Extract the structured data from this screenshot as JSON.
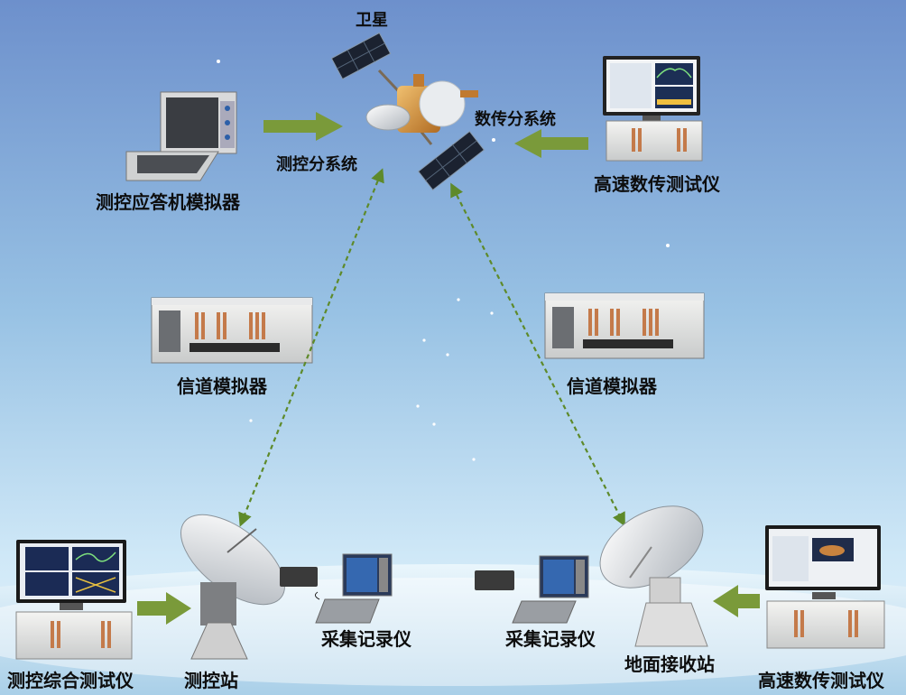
{
  "satellite": {
    "label": "卫星"
  },
  "tt_subsystem": {
    "label": "测控分系统"
  },
  "data_subsystem": {
    "label": "数传分系统"
  },
  "tt_transponder_sim": {
    "label": "测控应答机模拟器"
  },
  "hs_data_tester_top": {
    "label": "高速数传测试仪"
  },
  "channel_sim_left": {
    "label": "信道模拟器"
  },
  "channel_sim_right": {
    "label": "信道模拟器"
  },
  "tt_integrated_tester": {
    "label": "测控综合测试仪"
  },
  "tt_station": {
    "label": "测控站"
  },
  "recorder_left": {
    "label": "采集记录仪"
  },
  "recorder_right": {
    "label": "采集记录仪"
  },
  "ground_receiving_station": {
    "label": "地面接收站"
  },
  "hs_data_tester_bottom": {
    "label": "高速数传测试仪"
  },
  "colors": {
    "arrow_green": "#7a9a3a",
    "link_dash": "#5e8a2a",
    "sky_top": "#6f93cf",
    "sky_bottom": "#dbeefa"
  }
}
